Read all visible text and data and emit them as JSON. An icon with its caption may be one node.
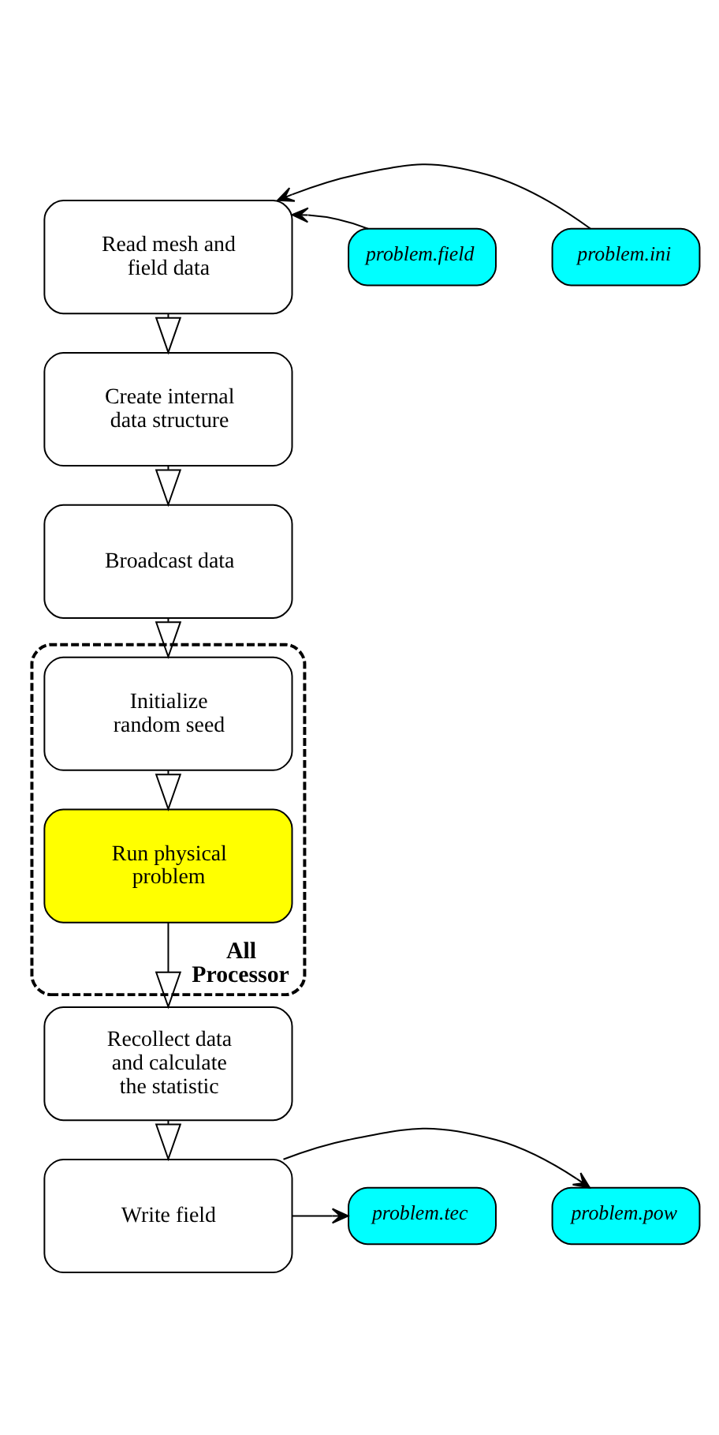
{
  "diagram": {
    "nodes": [
      {
        "text": [
          "Read mesh and field data"
        ]
      },
      {
        "text": [
          "problem.ini"
        ]
      },
      {
        "text": [
          "problem.field"
        ]
      },
      {
        "text": [
          "Create internal data structure"
        ]
      },
      {
        "text": [
          "Broadcast data"
        ]
      },
      {
        "text": [
          "All Processor"
        ]
      },
      {
        "text": [
          "Initialize random seed"
        ],
        "in": 5
      },
      {
        "text": [
          "Run physical problem"
        ],
        "in": 5
      },
      {
        "text": [
          "Recollect data and calculate the statistic"
        ]
      },
      {
        "text": [
          "Write field"
        ]
      },
      {
        "text": [
          "problem.pow"
        ]
      },
      {
        "text": [
          "problem.tec"
        ]
      }
    ],
    "edges": [
      {
        "from": 1,
        "to": 0,
        "arrow": "to"
      },
      {
        "from": 2,
        "to": 0,
        "arrow": "to"
      },
      {
        "from": 0,
        "to": 3,
        "arrow": "to"
      },
      {
        "from": 3,
        "to": 4,
        "arrow": "to"
      },
      {
        "from": 4,
        "to": 6,
        "arrow": "to"
      },
      {
        "from": 6,
        "to": 7,
        "arrow": "to"
      },
      {
        "from": 7,
        "to": 8,
        "arrow": "to"
      },
      {
        "from": 8,
        "to": 9,
        "arrow": "to"
      },
      {
        "from": 9,
        "to": 10,
        "arrow": "to"
      },
      {
        "from": 9,
        "to": 11,
        "arrow": "to"
      }
    ]
  }
}
